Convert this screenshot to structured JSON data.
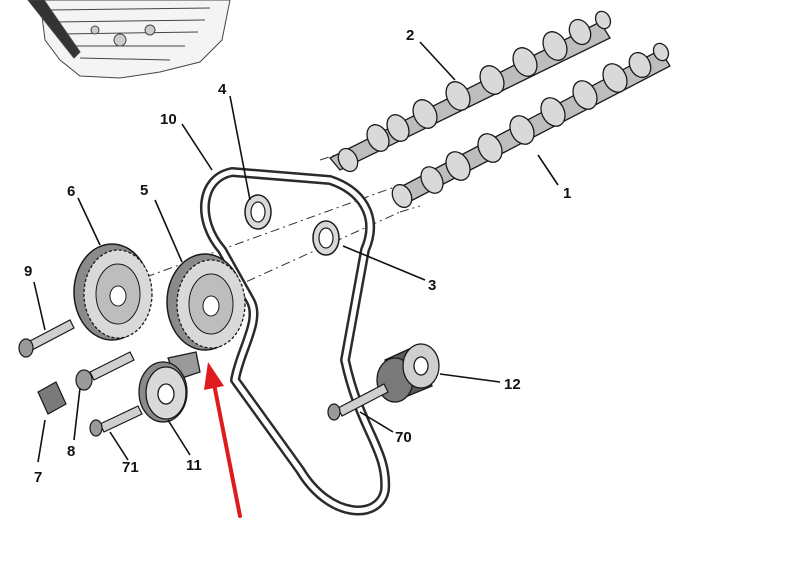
{
  "colors": {
    "part_fill": "#d9d9d9",
    "part_dark": "#7a7a7a",
    "outline": "#1a1a1a",
    "belt": "#2b2b2b",
    "arrow": "#e01b1b"
  },
  "callouts": [
    {
      "id": "1",
      "label": "1"
    },
    {
      "id": "2",
      "label": "2"
    },
    {
      "id": "3",
      "label": "3"
    },
    {
      "id": "4",
      "label": "4"
    },
    {
      "id": "5",
      "label": "5"
    },
    {
      "id": "6",
      "label": "6"
    },
    {
      "id": "7",
      "label": "7"
    },
    {
      "id": "8",
      "label": "8"
    },
    {
      "id": "9",
      "label": "9"
    },
    {
      "id": "10",
      "label": "10"
    },
    {
      "id": "11",
      "label": "11"
    },
    {
      "id": "12",
      "label": "12"
    },
    {
      "id": "70",
      "label": "70"
    },
    {
      "id": "71",
      "label": "71"
    }
  ]
}
